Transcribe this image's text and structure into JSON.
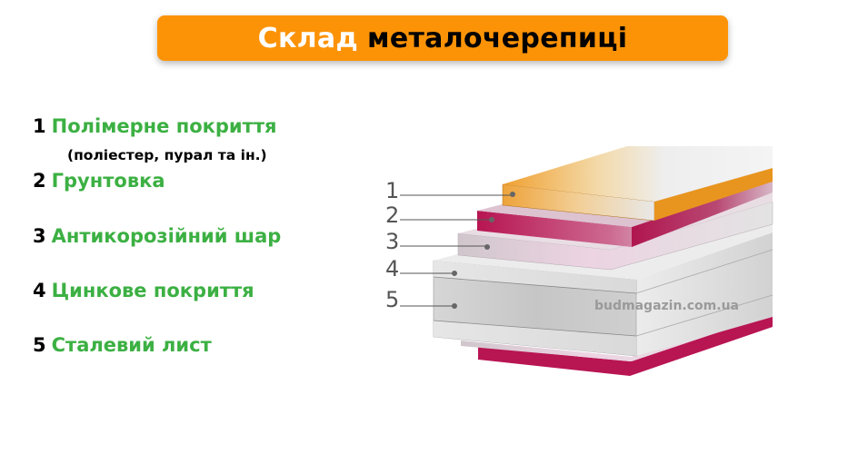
{
  "banner": {
    "title_word1": "Склад",
    "title_word2": "металочерепиці",
    "background_color": "#fc9307"
  },
  "legend": {
    "number_color": "#000000",
    "label_color": "#3cb043",
    "items": [
      {
        "num": "1",
        "label": "Полімерне покриття",
        "sub": "(поліестер, пурал та ін.)"
      },
      {
        "num": "2",
        "label": "Грунтовка"
      },
      {
        "num": "3",
        "label": "Антикорозійний шар"
      },
      {
        "num": "4",
        "label": "Цинкове покриття"
      },
      {
        "num": "5",
        "label": "Сталевий лист"
      }
    ]
  },
  "diagram": {
    "layer_labels": [
      "1",
      "2",
      "3",
      "4",
      "5"
    ],
    "layer_colors": {
      "polymer": "#e9951f",
      "primer": "#b0154f",
      "anticorrosion": "#d8c6d2",
      "zinc": "#dcdcdc",
      "steel": "#c9c9c9"
    },
    "watermark": "budmagazin.com.ua"
  }
}
